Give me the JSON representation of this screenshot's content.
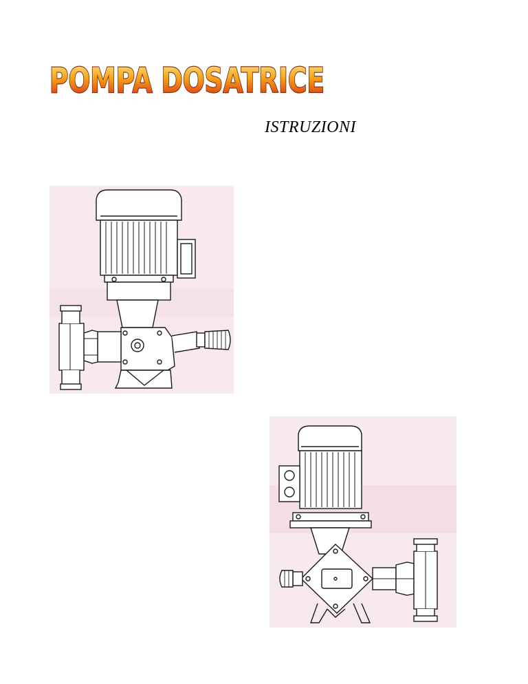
{
  "document": {
    "title": "POMPA DOSATRICE",
    "subtitle": "ISTRUZIONI"
  },
  "figures": [
    {
      "description_icon": "vertical-dosing-pump-drawing",
      "background": "#f7e9ee"
    },
    {
      "description_icon": "dosing-pump-drawing-mirrored",
      "background": "#f7e9ee"
    }
  ],
  "colors": {
    "title_fill_top": "#fde07a",
    "title_fill_mid": "#f6a21a",
    "title_fill_bottom": "#d9230f",
    "title_outline": "#7a2a10",
    "line": "#1a1a1a",
    "figure_bg": "#f7e9ee"
  }
}
